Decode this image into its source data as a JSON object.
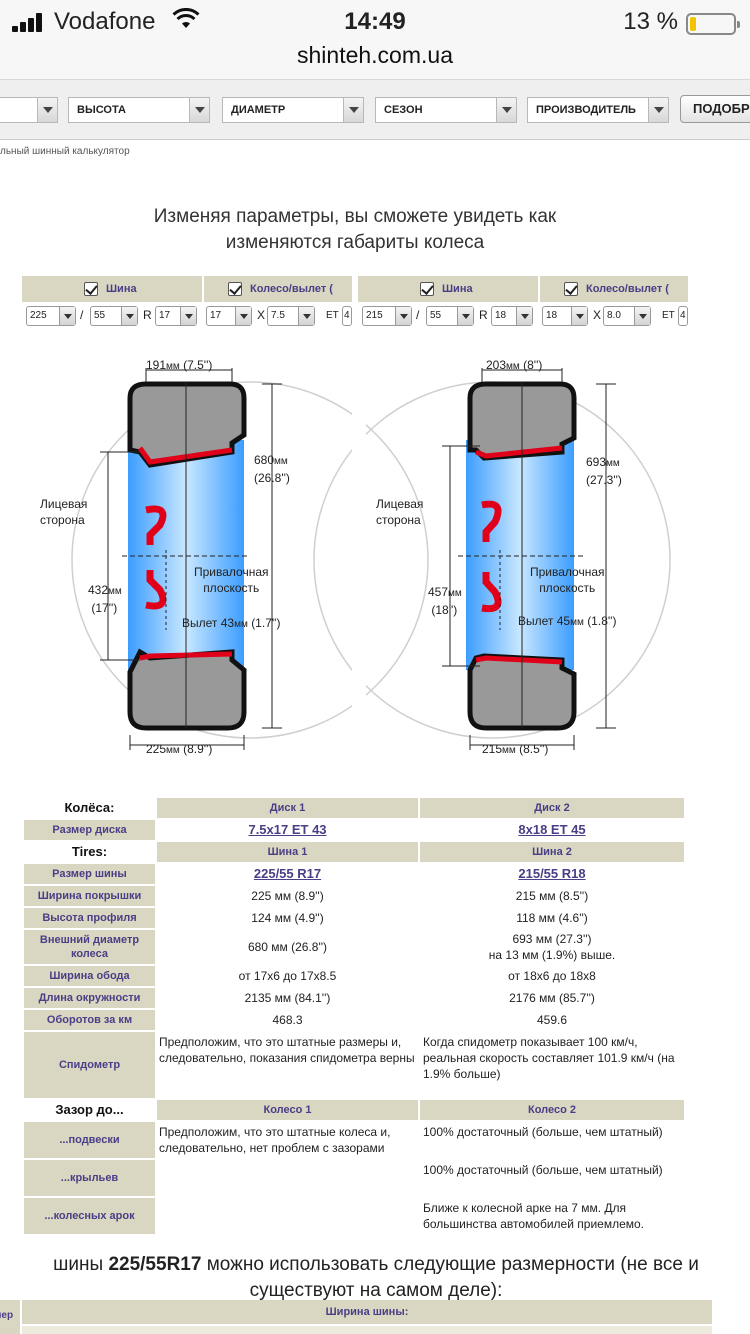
{
  "status": {
    "carrier": "Vodafone",
    "time": "14:49",
    "battery": "13 %",
    "battery_level": 0.14
  },
  "browser": {
    "url": "shinteh.com.ua"
  },
  "filters": [
    {
      "label": ""
    },
    {
      "label": "ВЫСОТА"
    },
    {
      "label": "ДИАМЕТР"
    },
    {
      "label": "СЕЗОН"
    },
    {
      "label": "ПРОИЗВОДИТЕЛЬ"
    }
  ],
  "filter_button": "ПОДОБР",
  "breadcrumb": "льный шинный калькулятор",
  "headline": {
    "line1": "Изменяя параметры, вы сможете увидеть как",
    "line2": "изменяются габариты колеса"
  },
  "wheels": [
    {
      "tire_label": "Шина",
      "wheel_label": "Колесо/вылет (",
      "width": "225",
      "profile": "55",
      "r": "R",
      "diameter": "17",
      "rim_diameter": "17",
      "x": "X",
      "rim_width": "7.5",
      "et": "ET",
      "et_value": "4",
      "top_width": "191",
      "top_width_in": "(7.5'')",
      "outer": "680",
      "outer_in": "(26.8'')",
      "rim": "432",
      "rim_in": "(17'')",
      "offset": "Вылет 43",
      "offset_in": "(1.7'')",
      "bottom_width": "225",
      "bottom_width_in": "(8.9'')"
    },
    {
      "tire_label": "Шина",
      "wheel_label": "Колесо/вылет (",
      "width": "215",
      "profile": "55",
      "r": "R",
      "diameter": "18",
      "rim_diameter": "18",
      "x": "X",
      "rim_width": "8.0",
      "et": "ET",
      "et_value": "4",
      "top_width": "203",
      "top_width_in": "(8'')",
      "outer": "693",
      "outer_in": "(27.3'')",
      "rim": "457",
      "rim_in": "(18'')",
      "offset": "Вылет 45",
      "offset_in": "(1.8'')",
      "bottom_width": "215",
      "bottom_width_in": "(8.5'')"
    }
  ],
  "diagram": {
    "mm": "мм",
    "face_side": "Лицевая\nсторона",
    "mount_plane": "Привалочная\nплоскость"
  },
  "table": {
    "wheels_label": "Колёса:",
    "disk1": "Диск 1",
    "disk2": "Диск 2",
    "disk_size_label": "Размер диска",
    "disk_size1": "7.5x17 ET 43",
    "disk_size2": "8x18 ET 45",
    "tires_label": "Tires:",
    "tire1": "Шина 1",
    "tire2": "Шина 2",
    "rows": [
      {
        "label": "Размер шины",
        "v1": "225/55 R17",
        "v2": "215/55 R18"
      },
      {
        "label": "Ширина покрышки",
        "v1": "225 мм (8.9'')",
        "v2": "215 мм (8.5'')"
      },
      {
        "label": "Высота профиля",
        "v1": "124 мм (4.9'')",
        "v2": "118 мм (4.6'')"
      },
      {
        "label": "Внешний диаметр колеса",
        "v1": "680 мм (26.8'')",
        "v2": "693 мм (27.3'')\nна 13 мм (1.9%) выше."
      },
      {
        "label": "Ширина обода",
        "v1": "от 17x6 до 17x8.5",
        "v2": "от 18x6 до 18x8"
      },
      {
        "label": "Длина окружности",
        "v1": "2135 мм (84.1'')",
        "v2": "2176 мм (85.7'')"
      },
      {
        "label": "Оборотов за км",
        "v1": "468.3",
        "v2": "459.6"
      },
      {
        "label": "Спидометр",
        "v1": "Предположим, что это штатные размеры и, следовательно, показания спидометра верны",
        "v2": "Когда спидометр показывает 100 км/ч, реальная скорость составляет 101.9 км/ч (на 1.9% больше)"
      }
    ],
    "clearance_label": "Зазор до...",
    "wheel1": "Колесо 1",
    "wheel2": "Колесо 2",
    "clearance_rows": [
      {
        "label": "...подвески",
        "v2": "100% достаточный (больше, чем штатный)"
      },
      {
        "label": "...крыльев",
        "v2": "100% достаточный (больше, чем штатный)"
      },
      {
        "label": "...колесных арок",
        "v2": "Ближе к колесной арке на 7 мм. Для большинства автомобилей приемлемо."
      }
    ],
    "clearance_v1": "Предположим, что это штатные колеса и, следовательно, нет проблем с зазорами"
  },
  "sizes": {
    "title_pre": "шины ",
    "title_bold": "225/55R17",
    "title_post": " можно использовать следующие размерности (не все и",
    "title_line2": "существуют на самом деле):",
    "bar": "Ширина шины:",
    "left_label": "мер"
  },
  "colors": {
    "accent": "#4a3e86",
    "header_bg": "#d9d7c2",
    "tire_red": "#e0001a",
    "rim_blue": "#1a8cff"
  }
}
